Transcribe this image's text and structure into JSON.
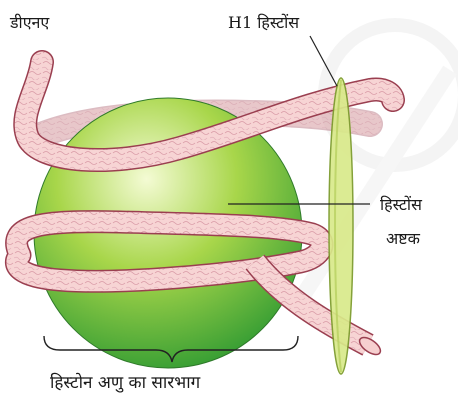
{
  "labels": {
    "dna": "डीएनए",
    "h1_histone": "H1  हिस्टोंस",
    "octamer_line1": "हिस्टोंस",
    "octamer_line2": "अष्टक",
    "core": "हिस्टोन अणु का सारभाग"
  },
  "colors": {
    "core_sphere_light": "#f4fbd4",
    "core_sphere_mid": "#a8d64a",
    "core_sphere_dark": "#2f9a32",
    "dna_fill": "#f6cfcf",
    "dna_stroke": "#9a3f50",
    "h1_fill": "#d9ea8a",
    "h1_stroke": "#7a9a2a",
    "leader_line": "#222222",
    "watermark": "#e6e6e6"
  }
}
